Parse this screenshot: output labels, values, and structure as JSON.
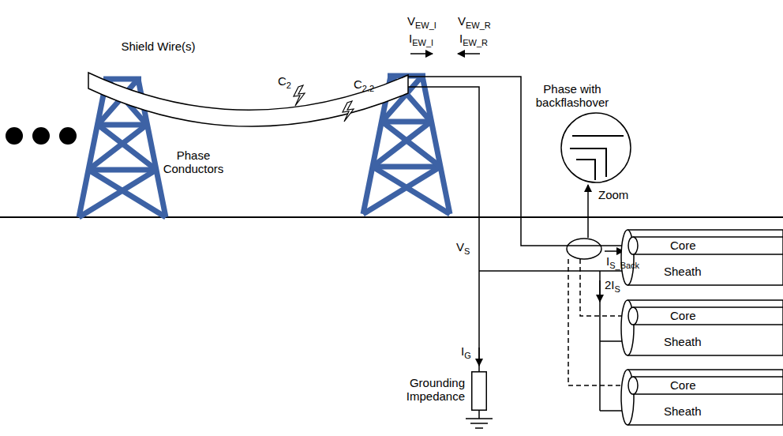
{
  "diagram": {
    "nodes": [
      {
        "text": [
          "Phase with backflashover"
        ]
      },
      {
        "text": [
          "Grounding Impedance"
        ]
      },
      {
        "text": [
          "Core",
          "Sheath"
        ]
      },
      {
        "text": [
          "Core",
          "Sheath"
        ]
      },
      {
        "text": [
          "Core",
          "Sheath"
        ]
      }
    ],
    "labels": [
      "Shield Wire(s)",
      "C",
      "2",
      "C",
      "2.2",
      "Phase Conductors",
      "V",
      "EW_I",
      "I",
      "EW_I",
      "V",
      "EW_R",
      "I",
      "EW_R",
      "Zoom",
      "V",
      "S",
      "I",
      "S_Back",
      "2I",
      "S",
      "I",
      "G"
    ]
  }
}
